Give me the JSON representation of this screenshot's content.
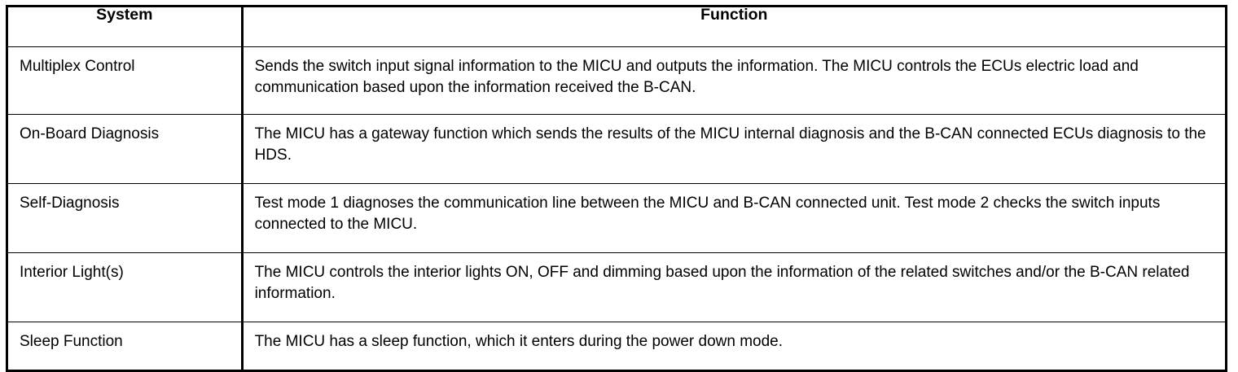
{
  "table": {
    "headers": {
      "system": "System",
      "function": "Function"
    },
    "rows": [
      {
        "system": "Multiplex Control",
        "function": "Sends the switch input signal information to the MICU and outputs the information. The MICU controls the ECUs electric load and communication based upon the information received the B-CAN."
      },
      {
        "system": "On-Board Diagnosis",
        "function": "The MICU has a gateway function which sends the results of the MICU internal diagnosis and the B-CAN connected ECUs diagnosis to the HDS."
      },
      {
        "system": "Self-Diagnosis",
        "function": "Test mode 1 diagnoses the communication line between the MICU and B-CAN connected unit. Test mode 2 checks the switch inputs connected to the MICU."
      },
      {
        "system": "Interior Light(s)",
        "function": "The MICU controls the interior lights ON, OFF and dimming based upon the information of the related switches and/or the B-CAN related information."
      },
      {
        "system": "Sleep Function",
        "function": "The MICU has a sleep function, which it enters during the power down mode."
      }
    ]
  },
  "colors": {
    "border": "#000000",
    "background": "#ffffff",
    "text": "#000000"
  }
}
